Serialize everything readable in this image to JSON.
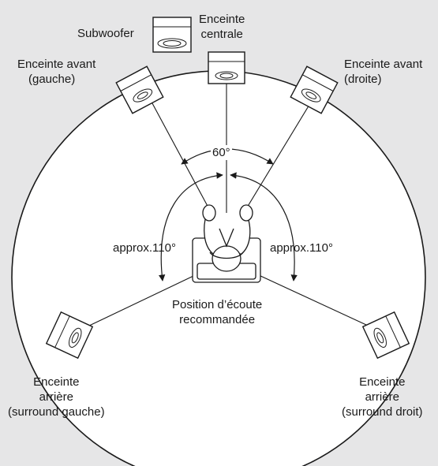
{
  "labels": {
    "subwoofer": "Subwoofer",
    "center": [
      "Enceinte",
      "centrale"
    ],
    "front_left": [
      "Enceinte avant",
      "(gauche)"
    ],
    "front_right": [
      "Enceinte avant",
      "(droite)"
    ],
    "rear_left": [
      "Enceinte",
      "arrière",
      "(surround gauche)"
    ],
    "rear_right": [
      "Enceinte",
      "arrière",
      "(surround droit)"
    ],
    "listening_position": [
      "Position d’écoute",
      "recommandée"
    ]
  },
  "angles": {
    "front": "60°",
    "left": "approx.110°",
    "right": "approx.110°"
  }
}
